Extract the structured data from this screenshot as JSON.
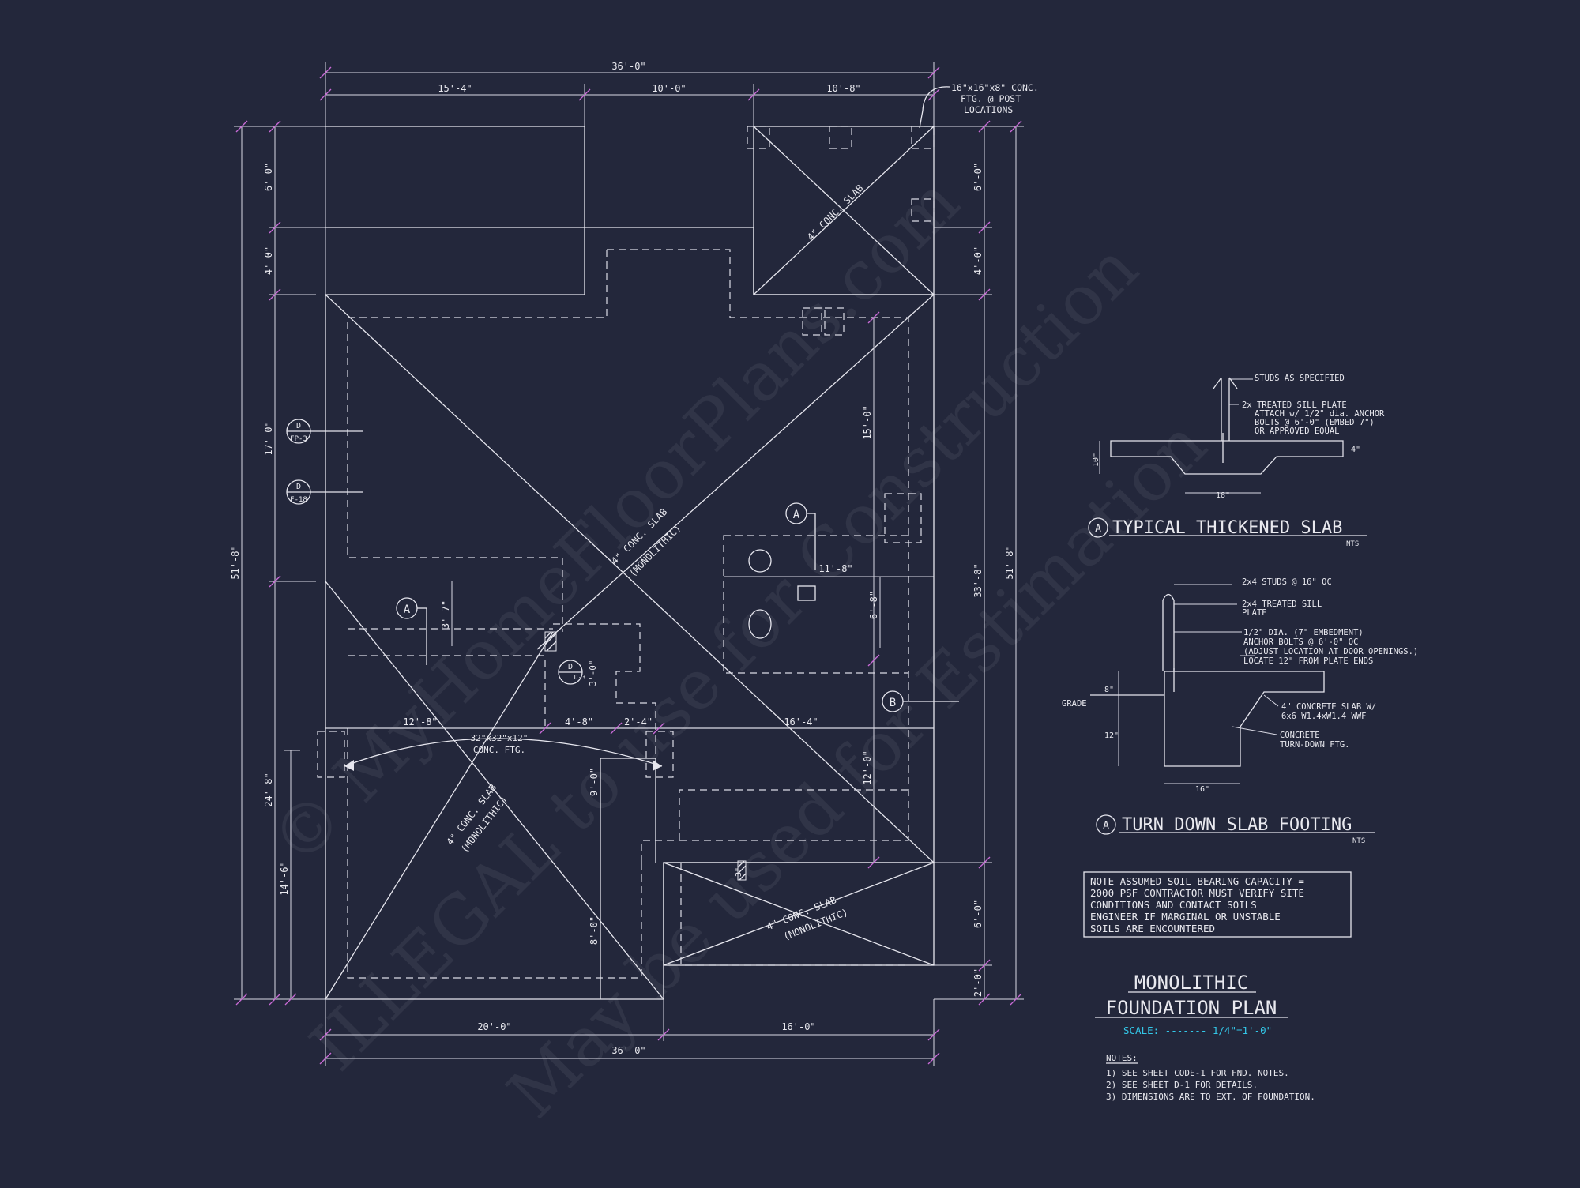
{
  "colors": {
    "background": "#23273b",
    "lines": "#e6e6ee",
    "accent_pink": "#c96bd6",
    "scale_cyan": "#33c7e8"
  },
  "watermark": {
    "line1": "© MyHomeFloorPlans.com",
    "line2": "ILLEGAL to use for Construction",
    "line3": "May be used for Estimation"
  },
  "dims": {
    "overall_top": "36'-0\"",
    "seg1": "15'-4\"",
    "seg2": "10'-0\"",
    "seg3": "10'-8\"",
    "overall_bottom": "36'-0\"",
    "bottom_seg1": "20'-0\"",
    "bottom_seg2": "16'-0\"",
    "left_6": "6'-0\"",
    "left_4": "4'-0\"",
    "left_17": "17'-0\"",
    "left_total": "51'-8\"",
    "left_24": "24'-8\"",
    "left_14": "14'-6\"",
    "right_6": "6'-0\"",
    "right_4": "4'-0\"",
    "right_33": "33'-8\"",
    "right_total": "51'-8\"",
    "right_6b": "6'-0\"",
    "right_2": "2'-0\"",
    "int_15": "15'-0\"",
    "int_11": "11'-8\"",
    "int_6": "6'-8\"",
    "int_12": "12'-0\"",
    "int_3_7": "3'-7\"",
    "int_3_0": "3'-0\"",
    "int_12_8": "12'-8\"",
    "int_4_8": "4'-8\"",
    "int_2_4": "2'-4\"",
    "int_16_4": "16'-4\"",
    "int_9_0": "9'-0\"",
    "int_8_0": "8'-0\"",
    "int_3": "3\""
  },
  "plan_labels": {
    "post_ftg_1": "16\"x16\"x8\" CONC.",
    "post_ftg_2": "FTG. @ POST",
    "post_ftg_3": "LOCATIONS",
    "slab_porch": "4\" CONC. SLAB",
    "slab_main": "4\" CONC. SLAB",
    "slab_main_sub": "(MONOLITHIC)",
    "slab_left": "4\" CONC. SLAB",
    "slab_left_sub": "(MONOLITHIC)",
    "slab_patio": "4\" CONC. SLAB",
    "slab_patio_sub": "(MONOLITHIC)",
    "ftg_1": "32\"x32\"x12\"",
    "ftg_2": "CONC. FTG."
  },
  "markers": {
    "a": "A",
    "b": "B",
    "d": "D",
    "fp3": "FP-3",
    "f18": "F-18",
    "d3": "D-3"
  },
  "detail_a": {
    "studs": "STUDS AS SPECIFIED",
    "sill_1": "2x TREATED SILL PLATE",
    "sill_2": "ATTACH w/ 1/2\" dia. ANCHOR",
    "sill_3": "BOLTS @ 6'-0\" (EMBED 7\")",
    "sill_4": "OR APPROVED EQUAL",
    "dim_10": "10\"",
    "dim_4": "4\"",
    "dim_18": "18\"",
    "title": "TYPICAL THICKENED SLAB",
    "nts": "NTS"
  },
  "detail_b": {
    "l1": "2x4 STUDS @ 16\" OC",
    "l2a": "2x4 TREATED SILL",
    "l2b": "PLATE",
    "l3a": "1/2\" DIA. (7\" EMBEDMENT)",
    "l3b": "ANCHOR BOLTS @ 6'-0\" OC",
    "l3c": "(ADJUST LOCATION AT DOOR OPENINGS.)",
    "l3d": "LOCATE 12\" FROM PLATE ENDS",
    "grade": "GRADE",
    "dim_8": "8\"",
    "dim_12": "12\"",
    "dim_16": "16\"",
    "l4a": "4\" CONCRETE SLAB W/",
    "l4b": "6x6 W1.4xW1.4 WWF",
    "l5a": "CONCRETE",
    "l5b": "TURN-DOWN FTG.",
    "title": "TURN DOWN SLAB FOOTING",
    "nts": "NTS"
  },
  "soil_note": [
    "NOTE ASSUMED SOIL BEARING CAPACITY =",
    "2000 PSF CONTRACTOR MUST VERIFY SITE",
    "CONDITIONS AND CONTACT SOILS",
    "ENGINEER IF MARGINAL OR UNSTABLE",
    "SOILS ARE ENCOUNTERED"
  ],
  "title_block": {
    "title1": "MONOLITHIC",
    "title2": "FOUNDATION PLAN",
    "scale": "SCALE: ------- 1/4\"=1'-0\""
  },
  "notes": {
    "heading": "NOTES:",
    "items": [
      "1)  SEE SHEET CODE-1 FOR FND. NOTES.",
      "2)  SEE SHEET D-1 FOR DETAILS.",
      "3)  DIMENSIONS ARE TO EXT. OF FOUNDATION."
    ]
  }
}
